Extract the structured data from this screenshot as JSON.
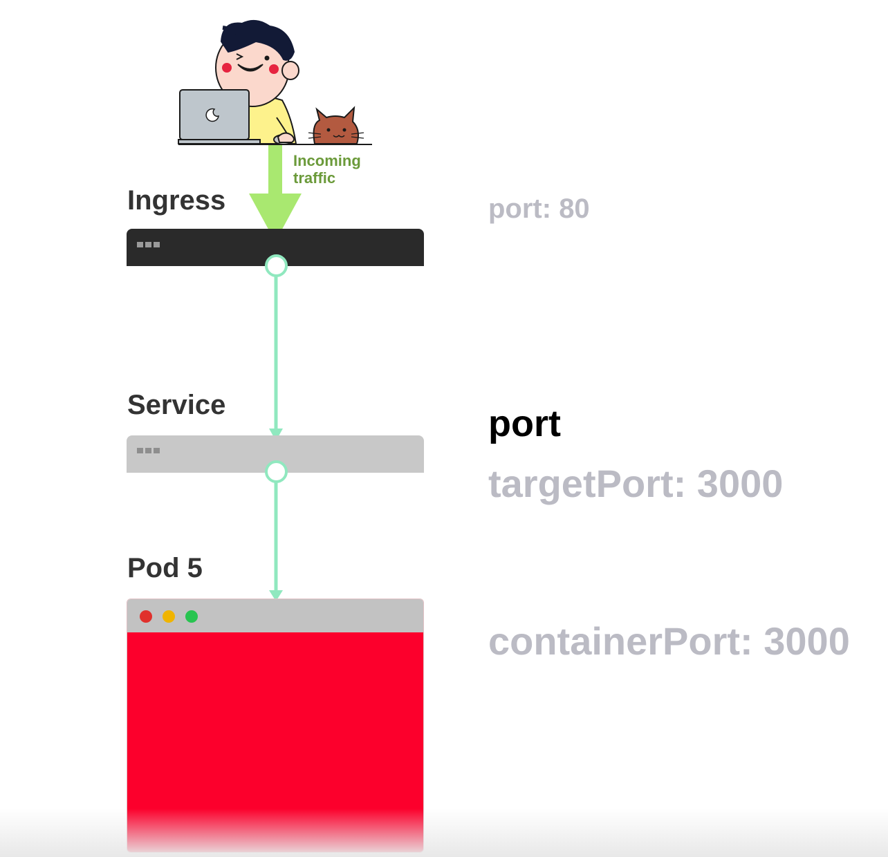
{
  "traffic": {
    "label": "Incoming\ntraffic"
  },
  "ingress": {
    "label": "Ingress",
    "port_label": "port: 80"
  },
  "service": {
    "label": "Service",
    "port_label": "port",
    "target_port_label": "targetPort: 3000"
  },
  "pod": {
    "label": "Pod 5",
    "container_port_label": "containerPort: 3000"
  },
  "colors": {
    "ingress_bar": "#2a2a2a",
    "service_bar": "#c8c8c8",
    "pod_titlebar": "#c2c2c2",
    "pod_body": "#fc002c",
    "connector": "#90e8bf",
    "traffic_arrow": "#a9e870",
    "traffic_text": "#6b9a3a",
    "muted_text": "#bbbbc4",
    "light_red": "#e0302c",
    "light_yellow": "#f0b400",
    "light_green": "#28c450"
  },
  "icons": {
    "illustration": "developer-with-laptop-and-cat-illustration",
    "traffic_arrow": "down-arrow-icon",
    "bar_dots": "ellipsis-dots-icon",
    "connector_node": "circle-port-icon"
  }
}
